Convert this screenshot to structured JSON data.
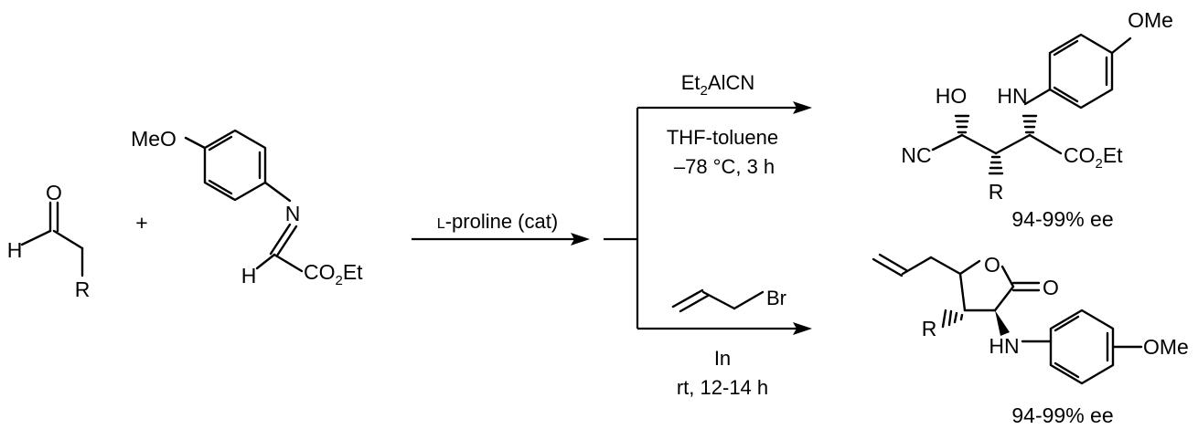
{
  "reactant_aldehyde": {
    "oxygen": "O",
    "hydrogen": "H",
    "substituent": "R"
  },
  "plus_sign": "+",
  "reactant_imine": {
    "methoxy": "MeO",
    "nitrogen": "N",
    "hydrogen": "H",
    "ester_prefix": "CO",
    "ester_subscript": "2",
    "ester_suffix": "Et"
  },
  "step1": {
    "catalyst_smallcap": "L",
    "catalyst_rest": "-proline (cat)"
  },
  "upper_branch": {
    "reagent_prefix": "Et",
    "reagent_subscript": "2",
    "reagent_suffix": "AlCN",
    "solvent": "THF-toluene",
    "conditions": "–78 °C, 3 h"
  },
  "lower_branch": {
    "reagent_bromine": "Br",
    "metal": "In",
    "conditions": "rt, 12-14 h"
  },
  "product_cyanohydrin": {
    "methoxy": "OMe",
    "hydroxyl": "HO",
    "amine": "HN",
    "nitrile": "NC",
    "ester_prefix": "CO",
    "ester_subscript": "2",
    "ester_suffix": "Et",
    "substituent": "R",
    "ee": "94-99% ee"
  },
  "product_lactone": {
    "ring_oxygen": "O",
    "carbonyl_oxygen": "O",
    "substituent": "R",
    "amine": "HN",
    "methoxy": "OMe",
    "ee": "94-99% ee"
  }
}
